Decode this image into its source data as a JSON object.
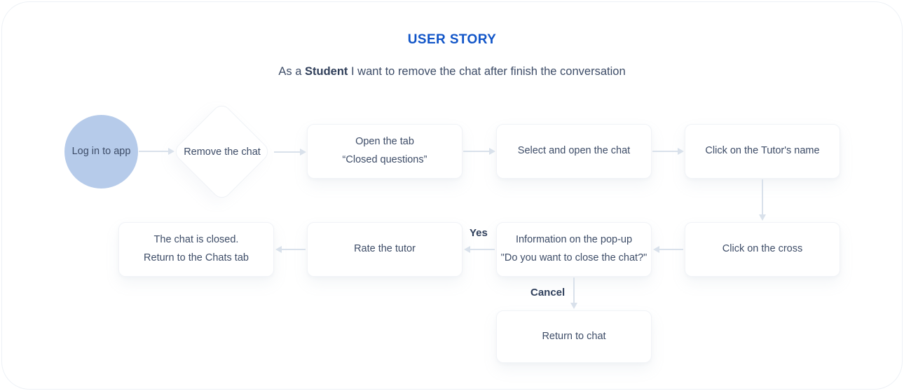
{
  "header": {
    "title": "USER STORY",
    "subtitle": {
      "prefix": "As a ",
      "bold": "Student",
      "suffix": " I want to remove the chat after finish the conversation"
    }
  },
  "flow": {
    "nodes": {
      "login": {
        "label": "Log in to app"
      },
      "remove_chat": {
        "label": "Remove the chat"
      },
      "open_tab": {
        "line1": "Open the tab",
        "line2": "“Closed questions”"
      },
      "select_chat": {
        "label": "Select and open the chat"
      },
      "click_tutor_name": {
        "label": "Click on the Tutor's name"
      },
      "click_cross": {
        "label": "Click on the cross"
      },
      "popup_info": {
        "line1": "Information on the pop-up",
        "line2": "\"Do you want to close the chat?\""
      },
      "rate_tutor": {
        "label": "Rate the tutor"
      },
      "chat_closed": {
        "line1": "The chat is closed.",
        "line2": "Return to the Chats tab"
      },
      "return_to_chat": {
        "label": "Return to chat"
      }
    },
    "edge_labels": {
      "yes": "Yes",
      "cancel": "Cancel"
    }
  },
  "colors": {
    "accent": "#1155C8",
    "text": "#3D4C67",
    "node_fill": "#B6CBEA",
    "arrow": "#D9E1EB"
  }
}
